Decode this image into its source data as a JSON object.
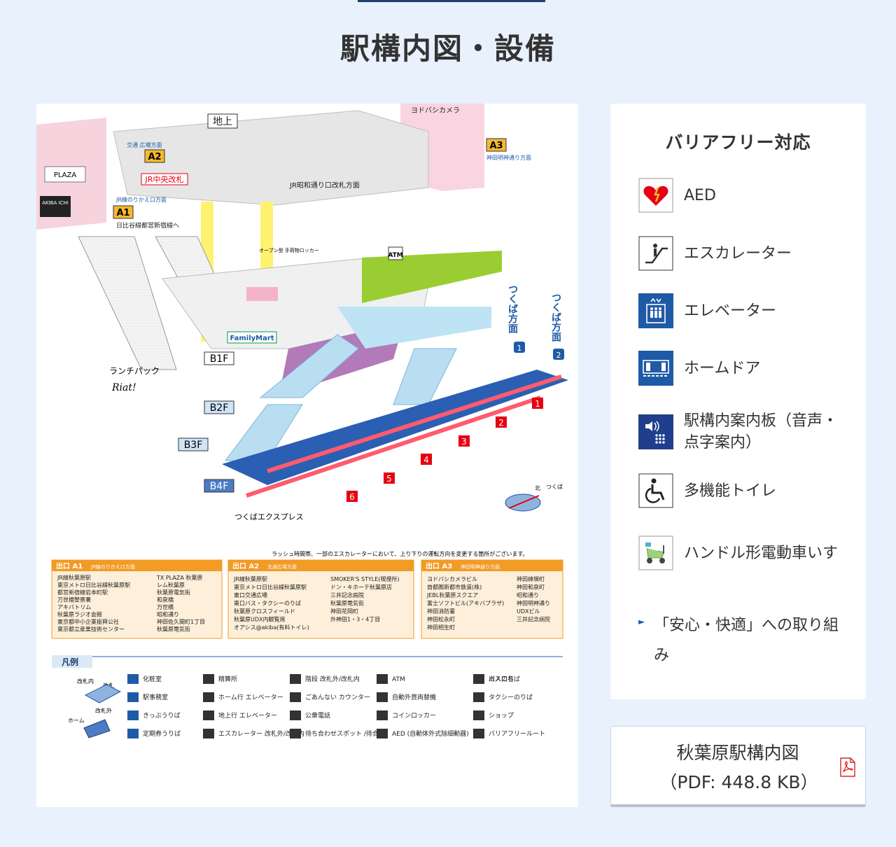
{
  "page": {
    "title": "駅構内図・設備"
  },
  "map": {
    "labels": {
      "ground": "地上",
      "yodobashi": "ヨドバシカメラ",
      "exit_a1": "A1",
      "exit_a2": "A2",
      "exit_a3": "A3",
      "a2_direction": "交通 広場方面",
      "a3_direction": "神田明神通り方面",
      "a1_direction": "JR線のりかえ口方面",
      "jr_central_gate": "JR中央改札",
      "jr_showa_gate": "JR昭和通り口改札方面",
      "hibiya_line": "日比谷線都営新宿線へ",
      "plaza": "PLAZA",
      "akiba": "AKIBA ICHI",
      "locker": "オープン型 手荷物ロッカー",
      "family_mart": "FamilyMart",
      "lunch_pack": "ランチパック",
      "riat": "Riat!",
      "b1f": "B1F",
      "b2f": "B2F",
      "b3f": "B3F",
      "b4f": "B4F",
      "tsukuba_1": "つくば方面",
      "tsukuba_2": "つくば方面",
      "track_1": "1",
      "track_2": "2",
      "track_3": "3",
      "track_4": "4",
      "track_5": "5",
      "track_6": "6",
      "platform_1": "1",
      "platform_2": "2",
      "tx_name": "つくばエクスプレス",
      "compass_n": "北",
      "compass_t": "つくば",
      "atm": "ATM",
      "notice": "ラッシュ時間帯、一部のエスカレーターにおいて、上り下りの運転方向を変更する箇所がございます。"
    },
    "exits": [
      {
        "code": "出口 A1",
        "direction": "JR線のりかえ口方面",
        "col1": [
          "JR線秋葉原駅",
          "東京メトロ日比谷線秋葉原駅",
          "都営新宿線岩本町駅",
          "万世橋警察署",
          "アキバトリム",
          "秋葉原ラジオ会館",
          "東京都中小企業振興公社",
          "東京都立産業技術センター"
        ],
        "col2": [
          "TX PLAZA 秋葉原",
          "レム秋葉原",
          "秋葉原電気街",
          "和泉橋",
          "万世橋",
          "昭和通り",
          "神田佐久間町1丁目",
          "秋葉原電気街"
        ]
      },
      {
        "code": "出口 A2",
        "direction": "交通広場方面",
        "col1": [
          "JR線秋葉原駅",
          "東京メトロ日比谷線秋葉原駅",
          "東口交通広場",
          "東口バス・タクシーのりば",
          "秋葉原クロスフィールド",
          "秋葉原UDX内観覧席",
          "オアシス@akiba(有料トイレ)"
        ],
        "col2": [
          "SMOKER'S STYLE(喫煙所)",
          "ドン・キホーテ秋葉原店",
          "三井記念病院",
          "秋葉原電気街",
          "神田花岡町",
          "外神田1・3・4丁目"
        ]
      },
      {
        "code": "出口 A3",
        "direction": "神田明神通り方面",
        "col1": [
          "ヨドバシカメラビル",
          "首都圏新都市鉄道(株)",
          "JEBL秋葉原スクエア",
          "富士ソフトビル(アキバプラザ)",
          "神田消防署",
          "神田松永町",
          "神田相生町"
        ],
        "col2": [
          "神田練塀町",
          "神田和泉町",
          "昭和通り",
          "神田明神通り",
          "UDXビル",
          "三井記念病院"
        ]
      }
    ],
    "legend": {
      "title": "凡例",
      "gate_in": "改札内",
      "gate_out": "改札外",
      "gate": "改札",
      "home": "ホーム",
      "items": [
        "化粧室",
        "駅事務室",
        "きっぷうりば",
        "定期券うりば",
        "精算所",
        "ホーム行 エレベーター",
        "地上行 エレベーター",
        "エスカレーター 改札外/改札内",
        "階段 改札外/改札内",
        "ごあんない カウンター",
        "公衆電話",
        "待ち合わせスポット /待合室",
        "ATM",
        "自動外貨両替機",
        "コインロッカー",
        "AED (自動体外式除細動器)",
        "バスのりば",
        "タクシーのりば",
        "ショップ",
        "バリアフリールート",
        "出入口名"
      ]
    }
  },
  "barrier_free": {
    "title": "バリアフリー対応",
    "items": [
      {
        "icon": "aed-icon",
        "label": "AED"
      },
      {
        "icon": "escalator-icon",
        "label": "エスカレーター"
      },
      {
        "icon": "elevator-icon",
        "label": "エレベーター"
      },
      {
        "icon": "platform-door-icon",
        "label": "ホームドア"
      },
      {
        "icon": "guide-board-icon",
        "label": "駅構内案内板（音声・点字案内）"
      },
      {
        "icon": "accessible-toilet-icon",
        "label": "多機能トイレ"
      },
      {
        "icon": "mobility-scooter-icon",
        "label": "ハンドル形電動車いす"
      }
    ],
    "link": "「安心・快適」への取り組み"
  },
  "pdf": {
    "name": "秋葉原駅構内図",
    "info": "（PDF: 448.8 KB）"
  },
  "colors": {
    "accent": "#1f5aa6",
    "page_bg": "#e8f1fc",
    "navy": "#1f3f6e",
    "aed_red": "#e60012",
    "exit_orange": "#f29b25"
  }
}
